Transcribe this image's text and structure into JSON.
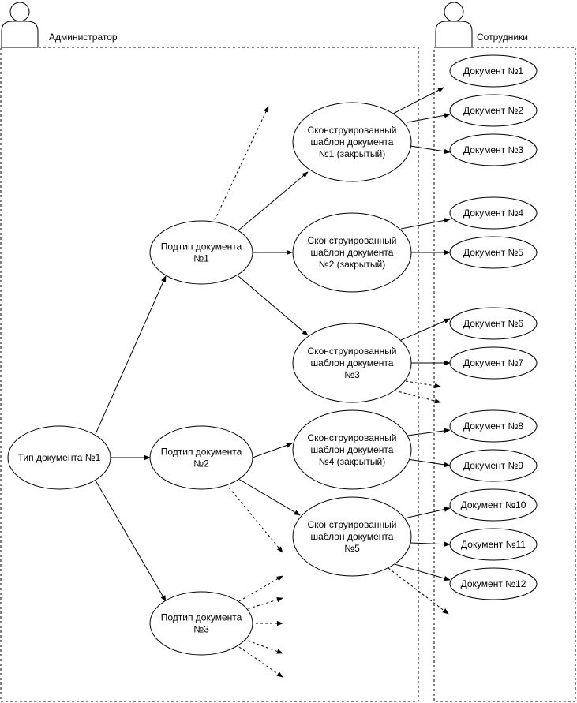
{
  "actors": {
    "admin": {
      "label": "Администратор"
    },
    "staff": {
      "label": "Сотрудники"
    }
  },
  "nodes": {
    "type1": {
      "lines": [
        "Тип документа №1"
      ]
    },
    "subtype1": {
      "lines": [
        "Подтип документа",
        "№1"
      ]
    },
    "subtype2": {
      "lines": [
        "Подтип документа",
        "№2"
      ]
    },
    "subtype3": {
      "lines": [
        "Подтип документа",
        "№3"
      ]
    },
    "tpl1": {
      "lines": [
        "Сконструированный",
        "шаблон документа",
        "№1 (закрытый)"
      ]
    },
    "tpl2": {
      "lines": [
        "Сконструированный",
        "шаблон документа",
        "№2 (закрытый)"
      ]
    },
    "tpl3": {
      "lines": [
        "Сконструированный",
        "шаблон документа",
        "№3"
      ]
    },
    "tpl4": {
      "lines": [
        "Сконструированный",
        "шаблон документа",
        "№4 (закрытый)"
      ]
    },
    "tpl5": {
      "lines": [
        "Сконструированный",
        "шаблон документа",
        "№5"
      ]
    },
    "doc1": {
      "lines": [
        "Документ №1"
      ]
    },
    "doc2": {
      "lines": [
        "Документ №2"
      ]
    },
    "doc3": {
      "lines": [
        "Документ №3"
      ]
    },
    "doc4": {
      "lines": [
        "Документ №4"
      ]
    },
    "doc5": {
      "lines": [
        "Документ №5"
      ]
    },
    "doc6": {
      "lines": [
        "Документ №6"
      ]
    },
    "doc7": {
      "lines": [
        "Документ №7"
      ]
    },
    "doc8": {
      "lines": [
        "Документ №8"
      ]
    },
    "doc9": {
      "lines": [
        "Документ №9"
      ]
    },
    "doc10": {
      "lines": [
        "Документ №10"
      ]
    },
    "doc11": {
      "lines": [
        "Документ №11"
      ]
    },
    "doc12": {
      "lines": [
        "Документ №12"
      ]
    }
  },
  "edges": [
    {
      "from": "type1",
      "to": "subtype1",
      "style": "solid"
    },
    {
      "from": "type1",
      "to": "subtype2",
      "style": "solid"
    },
    {
      "from": "type1",
      "to": "subtype3",
      "style": "solid"
    },
    {
      "from": "subtype1",
      "to": "tpl1",
      "style": "solid"
    },
    {
      "from": "subtype1",
      "to": "tpl2",
      "style": "solid"
    },
    {
      "from": "subtype1",
      "to": "tpl3",
      "style": "solid"
    },
    {
      "from": "subtype2",
      "to": "tpl4",
      "style": "solid"
    },
    {
      "from": "subtype2",
      "to": "tpl5",
      "style": "solid"
    },
    {
      "from": "tpl1",
      "to": "doc1",
      "style": "solid"
    },
    {
      "from": "tpl1",
      "to": "doc2",
      "style": "solid"
    },
    {
      "from": "tpl1",
      "to": "doc3",
      "style": "solid"
    },
    {
      "from": "tpl2",
      "to": "doc4",
      "style": "solid"
    },
    {
      "from": "tpl2",
      "to": "doc5",
      "style": "solid"
    },
    {
      "from": "tpl3",
      "to": "doc6",
      "style": "solid"
    },
    {
      "from": "tpl3",
      "to": "doc7",
      "style": "solid"
    },
    {
      "from": "tpl4",
      "to": "doc8",
      "style": "solid"
    },
    {
      "from": "tpl4",
      "to": "doc9",
      "style": "solid"
    },
    {
      "from": "tpl5",
      "to": "doc10",
      "style": "solid"
    },
    {
      "from": "tpl5",
      "to": "doc11",
      "style": "solid"
    },
    {
      "from": "tpl5",
      "to": "doc12",
      "style": "solid"
    }
  ],
  "open_edges": [
    {
      "from": "subtype1",
      "style": "dashed"
    },
    {
      "from": "subtype2",
      "style": "dashed"
    },
    {
      "from": "subtype3",
      "style": "dashed",
      "count": 5
    },
    {
      "from": "tpl3",
      "style": "dashed",
      "count": 2
    },
    {
      "from": "tpl5",
      "style": "dashed"
    }
  ]
}
